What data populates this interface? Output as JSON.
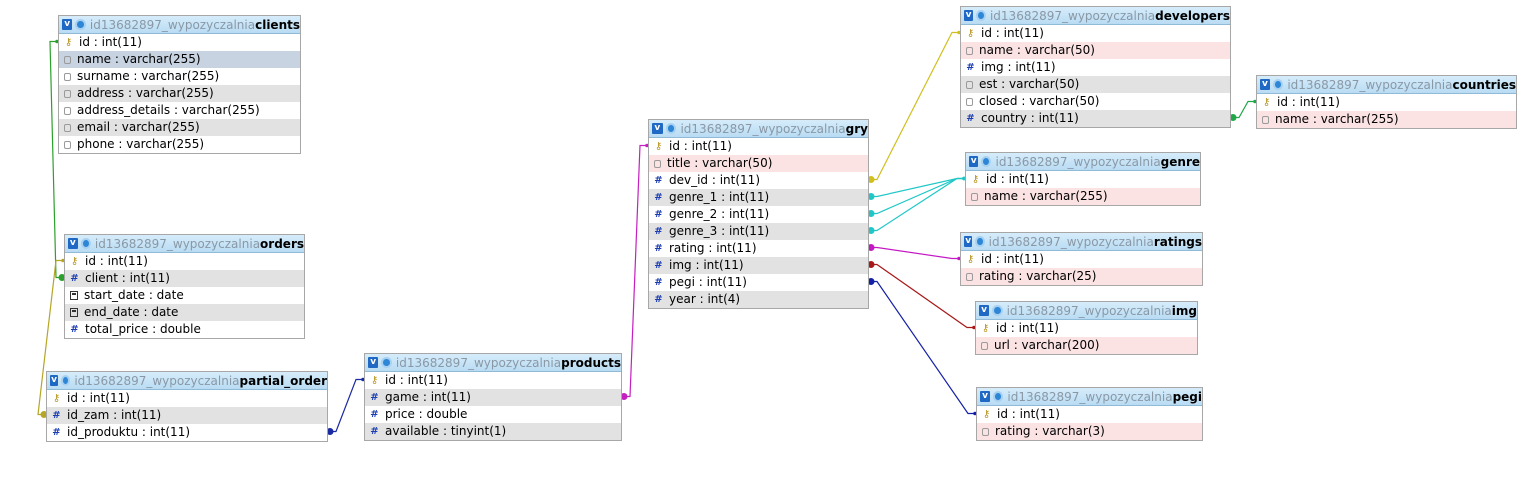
{
  "db_prefix": "id13682897_wypozyczalnia",
  "toggle_glyph": "v",
  "tables": [
    {
      "id": "clients",
      "name": "clients",
      "cols": [
        {
          "label": "id : int(11)",
          "icon": "key-icon",
          "bg": "white"
        },
        {
          "label": "name : varchar(255)",
          "icon": "text-icon",
          "bg": "sel"
        },
        {
          "label": "surname : varchar(255)",
          "icon": "text-icon",
          "bg": "white"
        },
        {
          "label": "address : varchar(255)",
          "icon": "text-icon",
          "bg": "alt"
        },
        {
          "label": "address_details : varchar(255)",
          "icon": "text-icon",
          "bg": "white"
        },
        {
          "label": "email : varchar(255)",
          "icon": "text-icon",
          "bg": "alt"
        },
        {
          "label": "phone : varchar(255)",
          "icon": "text-icon",
          "bg": "white"
        }
      ]
    },
    {
      "id": "orders",
      "name": "orders",
      "cols": [
        {
          "label": "id : int(11)",
          "icon": "key-icon",
          "bg": "white"
        },
        {
          "label": "client : int(11)",
          "icon": "number-icon",
          "bg": "alt"
        },
        {
          "label": "start_date : date",
          "icon": "date-icon",
          "bg": "white"
        },
        {
          "label": "end_date : date",
          "icon": "date-icon",
          "bg": "alt"
        },
        {
          "label": "total_price : double",
          "icon": "number-icon",
          "bg": "white"
        }
      ]
    },
    {
      "id": "partial_order",
      "name": "partial_order",
      "cols": [
        {
          "label": "id : int(11)",
          "icon": "key-icon",
          "bg": "white"
        },
        {
          "label": "id_zam : int(11)",
          "icon": "number-icon",
          "bg": "alt"
        },
        {
          "label": "id_produktu : int(11)",
          "icon": "number-icon",
          "bg": "white"
        }
      ]
    },
    {
      "id": "products",
      "name": "products",
      "cols": [
        {
          "label": "id : int(11)",
          "icon": "key-icon",
          "bg": "white"
        },
        {
          "label": "game : int(11)",
          "icon": "number-icon",
          "bg": "alt"
        },
        {
          "label": "price : double",
          "icon": "number-icon",
          "bg": "white"
        },
        {
          "label": "available : tinyint(1)",
          "icon": "number-icon",
          "bg": "alt"
        }
      ]
    },
    {
      "id": "gry",
      "name": "gry",
      "cols": [
        {
          "label": "id : int(11)",
          "icon": "key-icon",
          "bg": "white"
        },
        {
          "label": "title : varchar(50)",
          "icon": "text-icon",
          "bg": "str"
        },
        {
          "label": "dev_id : int(11)",
          "icon": "number-icon",
          "bg": "white"
        },
        {
          "label": "genre_1 : int(11)",
          "icon": "number-icon",
          "bg": "alt"
        },
        {
          "label": "genre_2 : int(11)",
          "icon": "number-icon",
          "bg": "white"
        },
        {
          "label": "genre_3 : int(11)",
          "icon": "number-icon",
          "bg": "alt"
        },
        {
          "label": "rating : int(11)",
          "icon": "number-icon",
          "bg": "white"
        },
        {
          "label": "img : int(11)",
          "icon": "number-icon",
          "bg": "alt"
        },
        {
          "label": "pegi : int(11)",
          "icon": "number-icon",
          "bg": "white"
        },
        {
          "label": "year : int(4)",
          "icon": "number-icon",
          "bg": "alt"
        }
      ]
    },
    {
      "id": "developers",
      "name": "developers",
      "cols": [
        {
          "label": "id : int(11)",
          "icon": "key-icon",
          "bg": "white"
        },
        {
          "label": "name : varchar(50)",
          "icon": "text-icon",
          "bg": "str"
        },
        {
          "label": "img : int(11)",
          "icon": "number-icon",
          "bg": "white"
        },
        {
          "label": "est : varchar(50)",
          "icon": "text-icon",
          "bg": "alt"
        },
        {
          "label": "closed : varchar(50)",
          "icon": "text-icon",
          "bg": "white"
        },
        {
          "label": "country : int(11)",
          "icon": "number-icon",
          "bg": "alt"
        }
      ]
    },
    {
      "id": "countries",
      "name": "countries",
      "cols": [
        {
          "label": "id : int(11)",
          "icon": "key-icon",
          "bg": "white"
        },
        {
          "label": "name : varchar(255)",
          "icon": "text-icon",
          "bg": "str"
        }
      ]
    },
    {
      "id": "genre",
      "name": "genre",
      "cols": [
        {
          "label": "id : int(11)",
          "icon": "key-icon",
          "bg": "white"
        },
        {
          "label": "name : varchar(255)",
          "icon": "text-icon",
          "bg": "str"
        }
      ]
    },
    {
      "id": "ratings",
      "name": "ratings",
      "cols": [
        {
          "label": "id : int(11)",
          "icon": "key-icon",
          "bg": "white"
        },
        {
          "label": "rating : varchar(25)",
          "icon": "text-icon",
          "bg": "str"
        }
      ]
    },
    {
      "id": "img",
      "name": "img",
      "cols": [
        {
          "label": "id : int(11)",
          "icon": "key-icon",
          "bg": "white"
        },
        {
          "label": "url : varchar(200)",
          "icon": "text-icon",
          "bg": "str"
        }
      ]
    },
    {
      "id": "pegi",
      "name": "pegi",
      "cols": [
        {
          "label": "id : int(11)",
          "icon": "key-icon",
          "bg": "white"
        },
        {
          "label": "rating : varchar(3)",
          "icon": "text-icon",
          "bg": "str"
        }
      ]
    }
  ],
  "relations": [
    {
      "from": "orders.client",
      "to": "clients.id",
      "color": "#2ca02c"
    },
    {
      "from": "partial_order.id_zam",
      "to": "orders.id",
      "color": "#b5a626"
    },
    {
      "from": "partial_order.id_produktu",
      "to": "products.id",
      "color": "#1a2aa0"
    },
    {
      "from": "products.game",
      "to": "gry.id",
      "color": "#c41fbf"
    },
    {
      "from": "gry.dev_id",
      "to": "developers.id",
      "color": "#cfc01e"
    },
    {
      "from": "gry.genre_1",
      "to": "genre.id",
      "color": "#1fc7c7"
    },
    {
      "from": "gry.genre_2",
      "to": "genre.id",
      "color": "#1fc7c7"
    },
    {
      "from": "gry.genre_3",
      "to": "genre.id",
      "color": "#1fc7c7"
    },
    {
      "from": "gry.rating",
      "to": "ratings.id",
      "color": "#c418c4"
    },
    {
      "from": "gry.img",
      "to": "img.id",
      "color": "#a81818"
    },
    {
      "from": "gry.pegi",
      "to": "pegi.id",
      "color": "#1420a8"
    },
    {
      "from": "developers.country",
      "to": "countries.id",
      "color": "#20a848"
    }
  ]
}
